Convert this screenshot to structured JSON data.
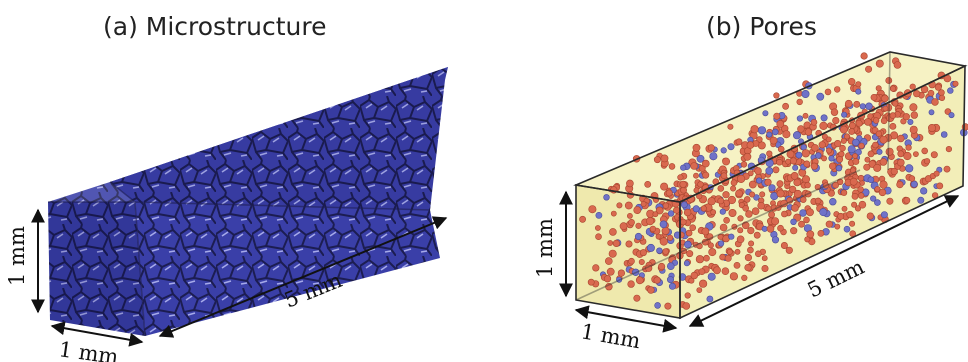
{
  "panels": [
    {
      "title": "(a) Microstructure",
      "dims": {
        "height": "1 mm",
        "depth": "1 mm",
        "length": "5 mm"
      },
      "colors": {
        "grain": "#3a3fa8",
        "boundary": "#1e1f55",
        "highlight": "#c9ccff"
      }
    },
    {
      "title": "(b) Pores",
      "dims": {
        "height": "1 mm",
        "depth": "1 mm",
        "length": "5 mm"
      },
      "colors": {
        "box": "#f4f0b8",
        "edge": "#2a2a2a",
        "pore_red": "#d9694f",
        "pore_blue": "#6f72c8"
      }
    }
  ]
}
